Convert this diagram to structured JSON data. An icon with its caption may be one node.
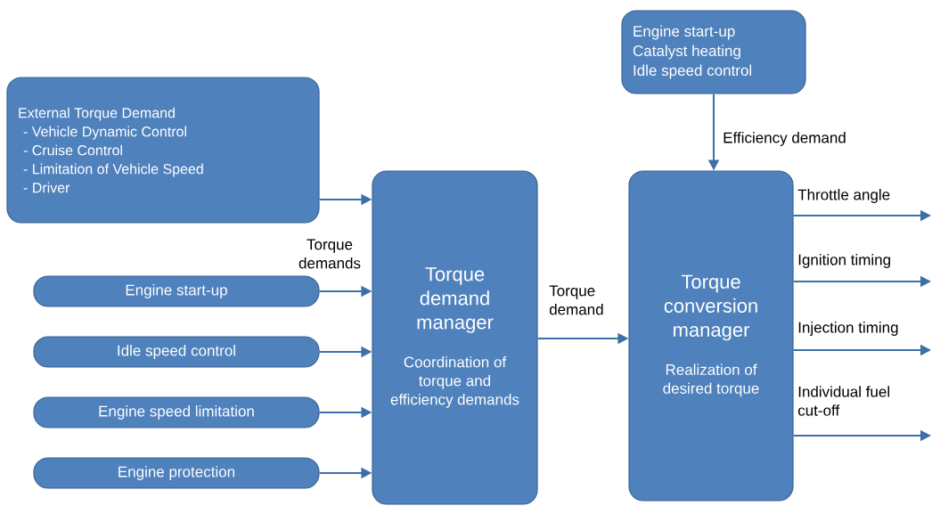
{
  "diagram": {
    "nodes": [
      {
        "text": [
          "External Torque Demand",
          "- Vehicle Dynamic Control",
          "- Cruise Control",
          "- Limitation of Vehicle Speed",
          "- Driver"
        ]
      },
      {
        "text": [
          "Engine start-up"
        ]
      },
      {
        "text": [
          "Idle speed control"
        ]
      },
      {
        "text": [
          "Engine speed limitation"
        ]
      },
      {
        "text": [
          "Engine protection"
        ]
      },
      {
        "text": [
          "Torque demand manager",
          "Coordination of torque and efficiency demands"
        ]
      },
      {
        "text": [
          "Engine start-up",
          "Catalyst heating",
          "Idle speed control"
        ]
      },
      {
        "text": [
          "Torque conversion manager",
          "Realization of desired torque"
        ]
      }
    ],
    "edges": [
      {
        "from": 0,
        "to": 5,
        "arrow": "to"
      },
      {
        "from": 1,
        "to": 5,
        "arrow": "to"
      },
      {
        "from": 2,
        "to": 5,
        "arrow": "to"
      },
      {
        "from": 3,
        "to": 5,
        "arrow": "to"
      },
      {
        "from": 4,
        "to": 5,
        "arrow": "to"
      },
      {
        "from": 5,
        "to": 7,
        "arrow": "to",
        "label": "Torque demand"
      },
      {
        "from": 6,
        "to": 7,
        "arrow": "to",
        "label": "Efficiency demand"
      },
      {
        "from": 7,
        "to": null,
        "arrow": "to",
        "label": "Throttle angle"
      },
      {
        "from": 7,
        "to": null,
        "arrow": "to",
        "label": "Ignition timing"
      },
      {
        "from": 7,
        "to": null,
        "arrow": "to",
        "label": "Injection timing"
      },
      {
        "from": 7,
        "to": null,
        "arrow": "to",
        "label": "Individual fuel cut-off"
      }
    ],
    "labels": [
      "Torque demands"
    ]
  }
}
